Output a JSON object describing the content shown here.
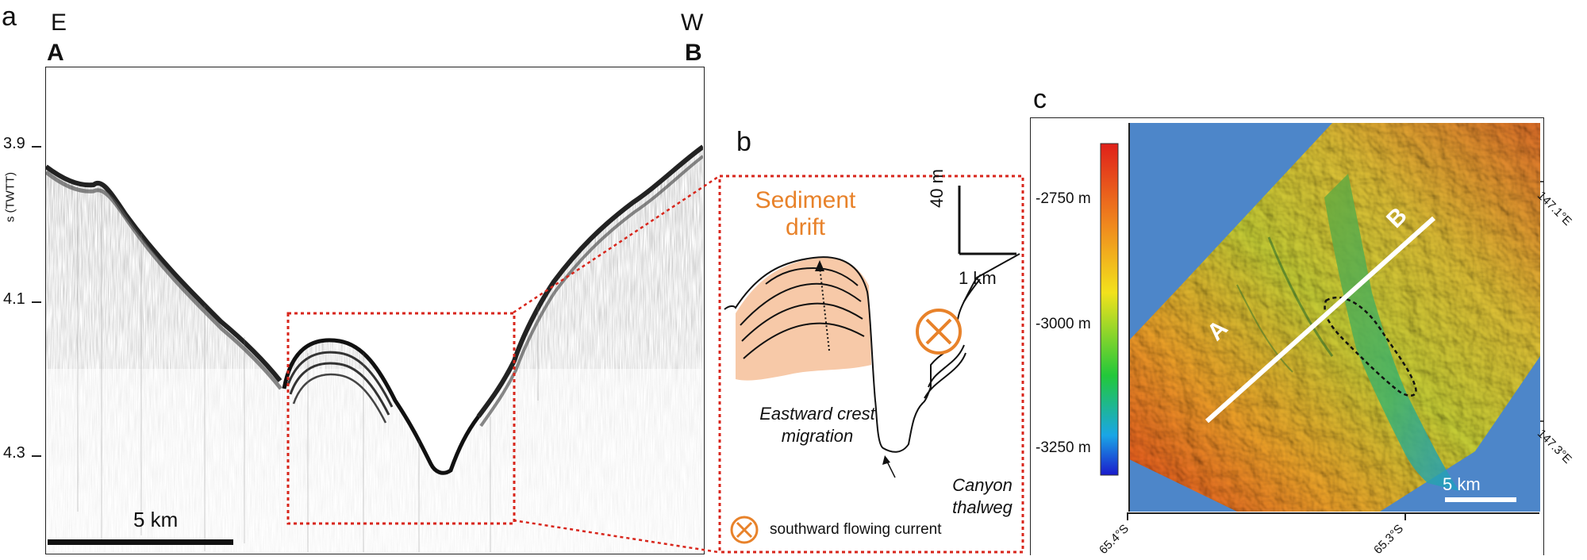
{
  "panel_a": {
    "letter": "a",
    "left_direction": "E",
    "right_direction": "W",
    "left_point": "A",
    "right_point": "B",
    "y_axis_label": "s (TWTT)",
    "y_ticks": [
      "3.9",
      "4.1",
      "4.3"
    ],
    "scale_bar_label": "5 km"
  },
  "panel_b": {
    "letter": "b",
    "title_line1": "Sediment",
    "title_line2": "drift",
    "scale_vertical": "40 m",
    "scale_horizontal": "1 km",
    "caption_crest_line1": "Eastward crest",
    "caption_crest_line2": "migration",
    "caption_canyon_line1": "Canyon",
    "caption_canyon_line2": "thalweg",
    "legend_symbol": "X",
    "legend_label": "southward flowing current",
    "colors": {
      "drift_fill": "#f7c9a8",
      "accent": "#e8822a",
      "zoom_box": "#d8261c"
    }
  },
  "panel_c": {
    "letter": "c",
    "colorbar_labels": [
      "-2750 m",
      "-3000 m",
      "-3250 m"
    ],
    "lon_labels": [
      "147.1°E",
      "147.3°E"
    ],
    "lat_labels": [
      "65.4°S",
      "65.3°S"
    ],
    "profile_start": "A",
    "profile_end": "B",
    "scale_bar_label": "5 km",
    "colors": {
      "sea": "#4d86c9",
      "profile_line": "#ffffff"
    }
  }
}
